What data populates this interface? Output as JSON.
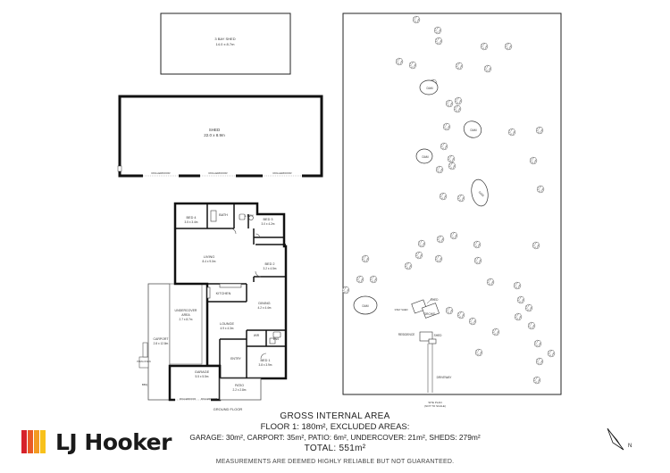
{
  "site_plan": {
    "shed_small_name": "3 BAY SHED",
    "shed_small_size": "14.0 x 8.7m",
    "dams": [
      "DAM",
      "DAM",
      "DAM",
      "DAM",
      "DAM"
    ],
    "shed_label": "SHED",
    "shed_label_2": "SHED",
    "orchid": "ORCHID",
    "bay_shed": "3 BAY SHED",
    "residence": "RESIDENCE",
    "driveway": "DRIVEWAY",
    "title_line1": "SITE PLAN",
    "title_line2": "(NOT TO SCALE)"
  },
  "big_shed": {
    "name": "SHED",
    "size": "22.0 x 8.9m",
    "doors": [
      "ROLLERDOOR",
      "ROLLERDOOR",
      "ROLLERDOOR"
    ]
  },
  "floor_plan": {
    "rooms": {
      "bed4": {
        "name": "BED 4",
        "size": "3.5 x 3.4m"
      },
      "bath": {
        "name": "BATH"
      },
      "ldry": {
        "name": "L'DRY"
      },
      "bed3": {
        "name": "BED 3",
        "size": "3.0 x 4.2m"
      },
      "living": {
        "name": "LIVING",
        "size": "8.4 x 9.0m"
      },
      "bed2": {
        "name": "BED 2",
        "size": "3.2 x 4.5m"
      },
      "kitchen": {
        "name": "KITCHEN"
      },
      "dining": {
        "name": "DINING",
        "size": "4.2 x 4.4m"
      },
      "undercover": {
        "name": "UNDERCOVER",
        "name2": "AREA",
        "size": "2.7 x 8.7m"
      },
      "lounge": {
        "name": "LOUNGE",
        "size": "4.9 x 4.3m"
      },
      "wir": {
        "name": "WIR"
      },
      "ens": {
        "name": "ENS"
      },
      "carport": {
        "name": "CARPORT",
        "size": "2.8 x 12.8m"
      },
      "bed1": {
        "name": "BED 1",
        "size": "3.8 x 3.9m"
      },
      "entry": {
        "name": "ENTRY"
      },
      "garage": {
        "name": "GARAGE",
        "size": "5.5 x 5.5m"
      },
      "patio": {
        "name": "PATIO",
        "size": "2.2 x 2.8m"
      }
    },
    "bbq": "BBQ",
    "pizza_oven": "PIZZA OVEN",
    "rollerdoors": [
      "ROLLERDOOR",
      "ROLLERDOOR"
    ],
    "title": "GROUND FLOOR"
  },
  "footer": {
    "title": "GROSS INTERNAL AREA",
    "floor": "FLOOR 1: 180m², EXCLUDED AREAS:",
    "areas": "GARAGE: 30m², CARPORT: 35m², PATIO: 6m², UNDERCOVER: 21m², SHEDS: 279m²",
    "total": "TOTAL: 551m²",
    "disclaimer": "MEASUREMENTS ARE DEEMED HIGHLY RELIABLE BUT NOT GUARANTEED."
  },
  "brand": {
    "name": "LJ Hooker",
    "colors": [
      "#d6212b",
      "#e95a26",
      "#f39a22",
      "#f8c11b"
    ]
  },
  "north": {
    "label": "N"
  }
}
